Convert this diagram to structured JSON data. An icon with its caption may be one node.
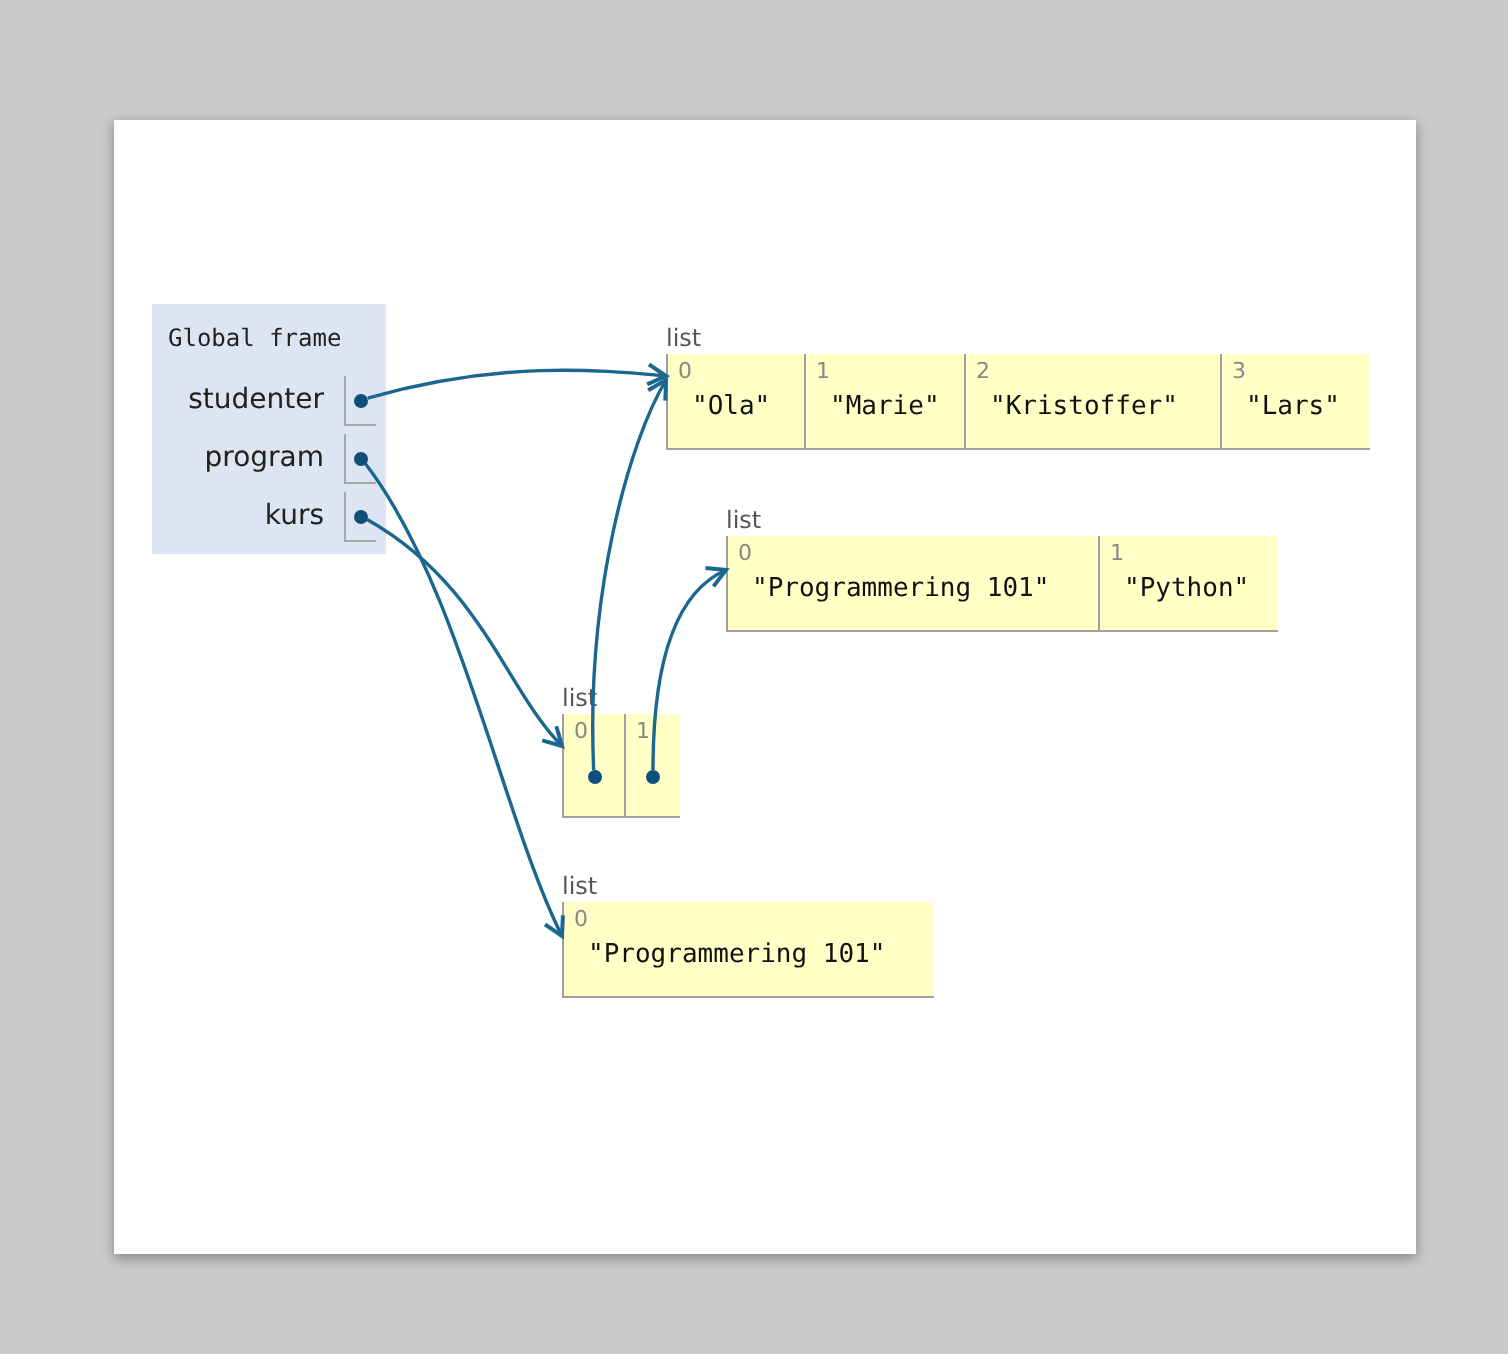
{
  "diagram": {
    "nodes": [
      {
        "text": [
          "Global frame"
        ]
      },
      {
        "text": [
          "studenter"
        ],
        "in": 0
      },
      {
        "text": [],
        "shape": "circle",
        "in": 1
      },
      {
        "text": [
          "program"
        ],
        "in": 0
      },
      {
        "text": [],
        "shape": "circle",
        "in": 3
      },
      {
        "text": [
          "kurs"
        ],
        "in": 0
      },
      {
        "text": [],
        "shape": "circle",
        "in": 5
      },
      {
        "text": [
          "list"
        ]
      },
      {
        "text": [
          "0",
          "\"Ola\""
        ],
        "in": 7
      },
      {
        "text": [
          "1",
          "\"Marie\""
        ],
        "in": 7
      },
      {
        "text": [
          "2",
          "\"Kristoffer\""
        ],
        "in": 7
      },
      {
        "text": [
          "3",
          "\"Lars\""
        ],
        "in": 7
      },
      {
        "text": [
          "list"
        ]
      },
      {
        "text": [
          "0",
          "\"Programmering 101\""
        ],
        "in": 12
      },
      {
        "text": [
          "1",
          "\"Python\""
        ],
        "in": 12
      },
      {
        "text": [
          "list"
        ]
      },
      {
        "text": [
          "0"
        ],
        "in": 15
      },
      {
        "text": [],
        "shape": "circle",
        "in": 16
      },
      {
        "text": [
          "1"
        ],
        "in": 15
      },
      {
        "text": [],
        "shape": "circle",
        "in": 18
      },
      {
        "text": [
          "list"
        ]
      },
      {
        "text": [
          "0",
          "\"Programmering 101\""
        ],
        "in": 20
      }
    ],
    "edges": [
      {
        "from": 2,
        "to": 7,
        "arrow": "to"
      },
      {
        "from": 4,
        "to": 20,
        "arrow": "to"
      },
      {
        "from": 6,
        "to": 15,
        "arrow": "to"
      },
      {
        "from": 17,
        "to": 7,
        "arrow": "to"
      },
      {
        "from": 19,
        "to": 12,
        "arrow": "to"
      }
    ]
  }
}
